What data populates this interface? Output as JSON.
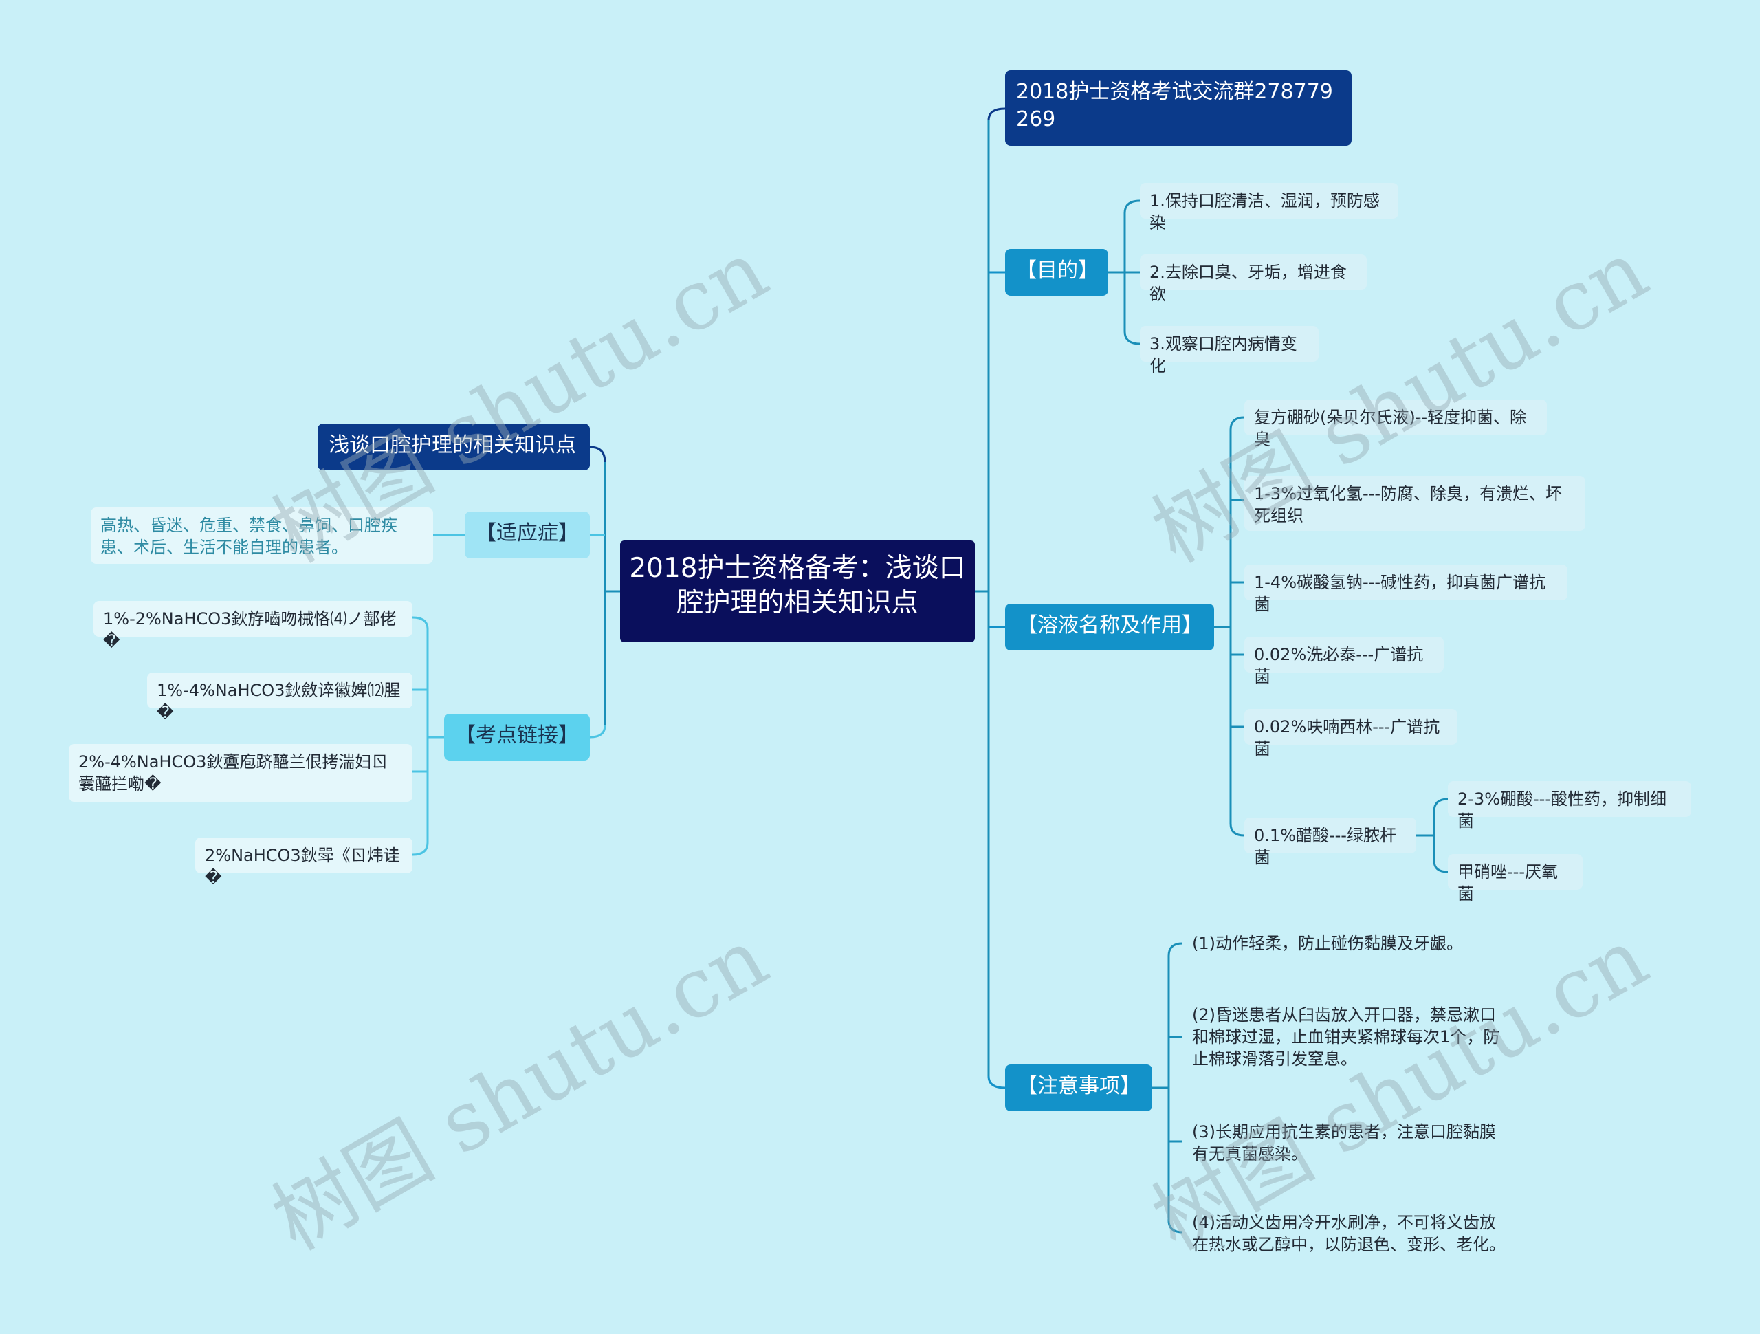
{
  "root": "2018护士资格备考：浅谈口腔护理的相关知识点",
  "right": {
    "group_link": "2018护士资格考试交流群278779269",
    "purpose": {
      "label": "【目的】",
      "items": [
        "1.保持口腔清洁、湿润，预防感染",
        "2.去除口臭、牙垢，增进食欲",
        "3.观察口腔内病情变化"
      ]
    },
    "solutions": {
      "label": "【溶液名称及作用】",
      "items": [
        "复方硼砂(朵贝尔氏液)--轻度抑菌、除臭",
        "1-3%过氧化氢---防腐、除臭，有溃烂、坏死组织",
        "1-4%碳酸氢钠---碱性药，抑真菌广谱抗菌",
        "0.02%洗必泰---广谱抗菌",
        "0.02%呋喃西林---广谱抗菌",
        "0.1%醋酸---绿脓杆菌"
      ],
      "sub_items": [
        "2-3%硼酸---酸性药，抑制细菌",
        "甲硝唑---厌氧菌"
      ]
    },
    "notes": {
      "label": "【注意事项】",
      "items": [
        "(1)动作轻柔，防止碰伤黏膜及牙龈。",
        "(2)昏迷患者从臼齿放入开口器，禁忌漱口和棉球过湿，止血钳夹紧棉球每次1个，防止棉球滑落引发窒息。",
        "(3)长期应用抗生素的患者，注意口腔黏膜有无真菌感染。",
        "(4)活动义齿用冷开水刷净，不可将义齿放在热水或乙醇中，以防退色、变形、老化。"
      ]
    }
  },
  "left": {
    "title_topic": "浅谈口腔护理的相关知识点",
    "indications": {
      "label": "【适应症】",
      "text": "高热、昏迷、危重、禁食、鼻饲、口腔疾患、术后、生活不能自理的患者。"
    },
    "exam_links": {
      "label": "【考点链接】",
      "items": [
        "1%-2%NaHCO3鈥斿嚙吻械恪⑷ノ鄯佬�",
        "1%-4%NaHCO3鈥斂谇徽婢⑿腥�",
        "2%-4%NaHCO3鈥斖庖跻醯兰佷拷湍妇ㄖ囊醯拦嘞�",
        "2%NaHCO3鈥斝《ㄖ炜诖�"
      ]
    }
  },
  "watermark": "树图 shutu.cn",
  "colors": {
    "background": "#c9f0f8",
    "root": "#0a0f5c",
    "dark_topic": "#0b3a8a",
    "blue_topic": "#1392c9",
    "light_topic": "#5cd2ee",
    "line": "#1a8fb8"
  }
}
